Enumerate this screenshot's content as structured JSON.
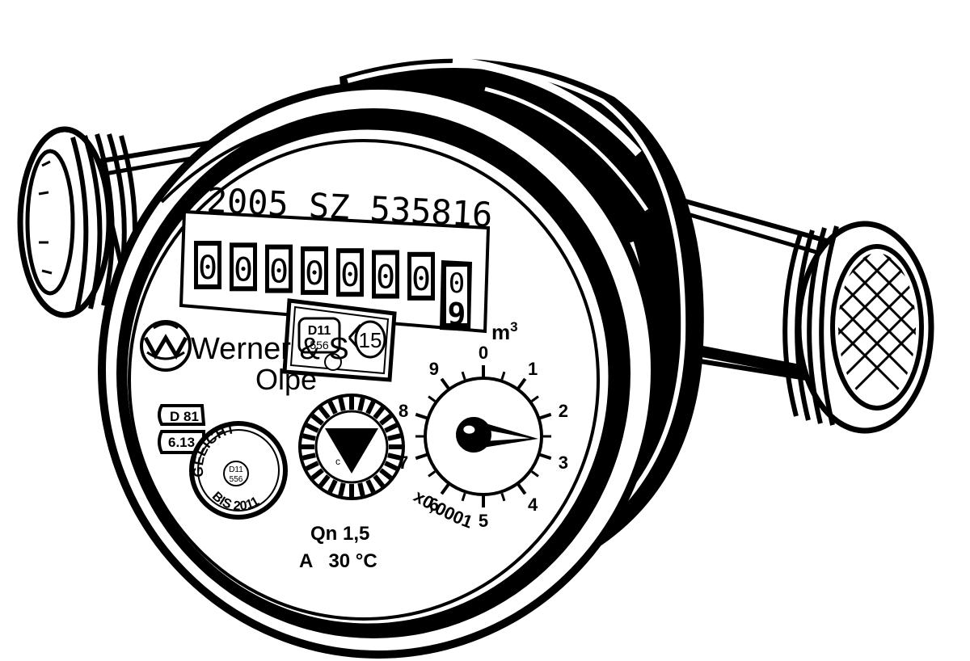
{
  "meter": {
    "serial": "2005 SZ 535816",
    "unit": "m",
    "unit_exponent": "3",
    "digits": [
      "0",
      "0",
      "0",
      "0",
      "0",
      "0",
      "0"
    ],
    "last_digit_top": "0",
    "last_digit_bottom": "9",
    "stamp": {
      "code_top": "D11",
      "code_bottom": "556",
      "class": "15"
    },
    "brand": {
      "line1": "Werner & S",
      "line2": "Olpe"
    },
    "approval": {
      "line1": "D 81",
      "line2": "6.13"
    },
    "seal": {
      "top": "GEEICHT",
      "code_top": "D11",
      "code_bottom": "556",
      "bottom": "BIS 2011"
    },
    "dial": {
      "ticks": [
        "0",
        "1",
        "2",
        "3",
        "4",
        "5",
        "6",
        "7",
        "8",
        "9"
      ],
      "multiplier": "x0,0001",
      "pointer_value": 2.6
    },
    "rating_line1": "Qn 1,5",
    "rating_line2": "A   30 °C"
  },
  "colors": {
    "ink": "#000000",
    "paper": "#ffffff"
  }
}
